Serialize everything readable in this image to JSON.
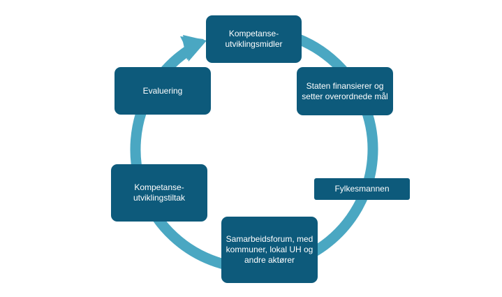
{
  "diagram": {
    "type": "cycle",
    "colors": {
      "ring": "#4aa7c2",
      "box": "#0d5a7b",
      "box_text": "#ffffff",
      "background": "#ffffff"
    },
    "nodes": {
      "kompetanse_midler": "Kompetanse-\nutviklingsmidler",
      "staten": "Staten finansierer og\nsetter overordnede mål",
      "fylkesmannen": "Fylkesmannen",
      "samarbeidsforum": "Samarbeidsforum, med\nkommuner, lokal UH og\nandre aktører",
      "kompetanse_tiltak": "Kompetanse-\nutviklingstiltak",
      "evaluering": "Evaluering"
    },
    "arrow_icon": "cycle-arrow-icon"
  }
}
